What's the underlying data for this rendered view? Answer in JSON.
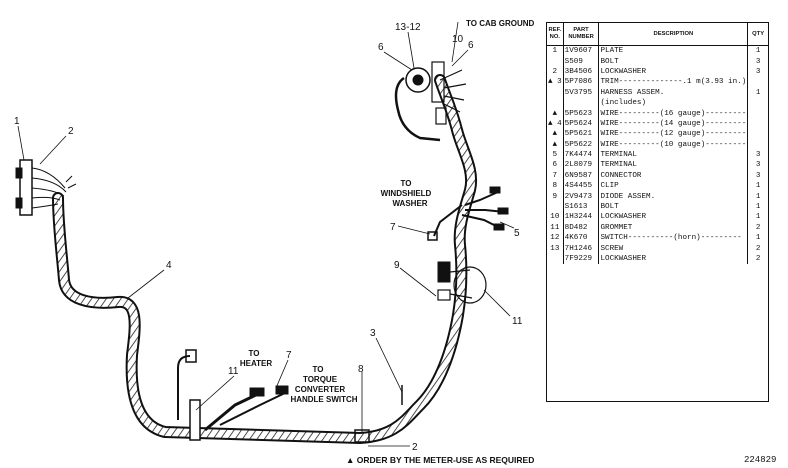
{
  "callouts": {
    "c1": "1",
    "c2a": "2",
    "c4": "4",
    "c6a": "6",
    "c1312": "13-12",
    "c10": "10",
    "c6b": "6",
    "c7a": "7",
    "c5": "5",
    "c9": "9",
    "c11a": "11",
    "c3": "3",
    "c8": "8",
    "c2b": "2",
    "c11b": "11",
    "c7b": "7"
  },
  "notes": {
    "cab_ground": "TO CAB GROUND",
    "windshield": [
      "TO",
      "WINDSHIELD",
      "WASHER"
    ],
    "heater": [
      "TO",
      "HEATER"
    ],
    "torque": [
      "TO",
      "TORQUE",
      "CONVERTER",
      "HANDLE SWITCH"
    ]
  },
  "footer": "▲ ORDER BY THE METER-USE AS REQUIRED",
  "figure_id": "224829",
  "table": {
    "headers": [
      "REF. NO.",
      "PART NUMBER",
      "DESCRIPTION",
      "QTY"
    ],
    "rows": [
      {
        "ref": "1",
        "pn": "1V9607",
        "desc": "PLATE",
        "qty": "1"
      },
      {
        "ref": "",
        "pn": "S509",
        "desc": "BOLT",
        "qty": "3"
      },
      {
        "ref": "2",
        "pn": "3B4506",
        "desc": "LOCKWASHER",
        "qty": "3"
      },
      {
        "ref": "▲ 3",
        "pn": "5P7086",
        "desc": "TRIM--------------.1 m(3.93 in.)",
        "qty": ""
      },
      {
        "ref": "",
        "pn": "5V3795",
        "desc": "HARNESS ASSEM.",
        "qty": "1"
      },
      {
        "ref": "",
        "pn": "",
        "desc": "(includes)",
        "qty": ""
      },
      {
        "ref": "▲",
        "pn": "5P5623",
        "desc": "WIRE---------(16 gauge)---------",
        "qty": ""
      },
      {
        "ref": "▲ 4",
        "pn": "5P5624",
        "desc": "WIRE---------(14 gauge)---------",
        "qty": ""
      },
      {
        "ref": "▲",
        "pn": "5P5621",
        "desc": "WIRE---------(12 gauge)---------",
        "qty": ""
      },
      {
        "ref": "▲",
        "pn": "5P5622",
        "desc": "WIRE---------(10 gauge)---------",
        "qty": ""
      },
      {
        "ref": "5",
        "pn": "7K4474",
        "desc": "TERMINAL",
        "qty": "3"
      },
      {
        "ref": "6",
        "pn": "2L8079",
        "desc": "TERMINAL",
        "qty": "3"
      },
      {
        "ref": "7",
        "pn": "6N9587",
        "desc": "CONNECTOR",
        "qty": "3"
      },
      {
        "ref": "8",
        "pn": "4S4455",
        "desc": "CLIP",
        "qty": "1"
      },
      {
        "ref": "9",
        "pn": "2V9473",
        "desc": "DIODE ASSEM.",
        "qty": "1"
      },
      {
        "ref": "",
        "pn": "S1613",
        "desc": "BOLT",
        "qty": "1"
      },
      {
        "ref": "10",
        "pn": "1H3244",
        "desc": "LOCKWASHER",
        "qty": "1"
      },
      {
        "ref": "11",
        "pn": "8D482",
        "desc": "GROMMET",
        "qty": "2"
      },
      {
        "ref": "12",
        "pn": "4K670",
        "desc": "SWITCH----------(horn)---------",
        "qty": "1"
      },
      {
        "ref": "13",
        "pn": "7H1246",
        "desc": "SCREW",
        "qty": "2"
      },
      {
        "ref": "",
        "pn": "7F9229",
        "desc": "LOCKWASHER",
        "qty": "2"
      }
    ]
  }
}
